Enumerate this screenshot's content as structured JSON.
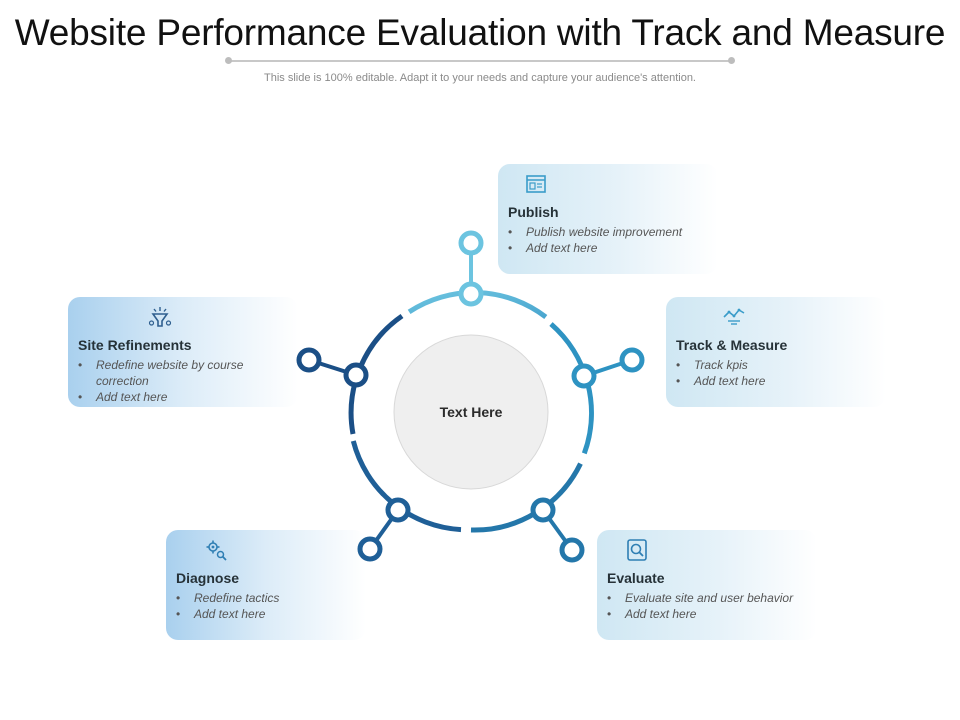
{
  "title": "Website Performance Evaluation with Track and Measure",
  "subtitle": "This slide is 100% editable. Adapt it to your needs and capture your audience's attention.",
  "center_text": "Text Here",
  "colors": {
    "light_blue": "#6cc4e0",
    "mid_blue": "#2e8dbf",
    "dark_blue": "#1b4f86",
    "center_fill": "#efefef"
  },
  "steps": [
    {
      "heading": "Publish",
      "bullets": [
        "Publish website improvement",
        "Add text here"
      ],
      "icon": "web-page-icon"
    },
    {
      "heading": "Track & Measure",
      "bullets": [
        "Track kpis",
        "Add text here"
      ],
      "icon": "line-graph-icon"
    },
    {
      "heading": "Evaluate",
      "bullets": [
        "Evaluate site and user behavior",
        "Add text here"
      ],
      "icon": "magnifier-report-icon"
    },
    {
      "heading": "Diagnose",
      "bullets": [
        "Redefine tactics",
        "Add text here"
      ],
      "icon": "gears-icon"
    },
    {
      "heading": "Site Refinements",
      "bullets": [
        "Redefine website by course correction",
        "Add text here"
      ],
      "icon": "refinement-funnel-icon"
    }
  ]
}
